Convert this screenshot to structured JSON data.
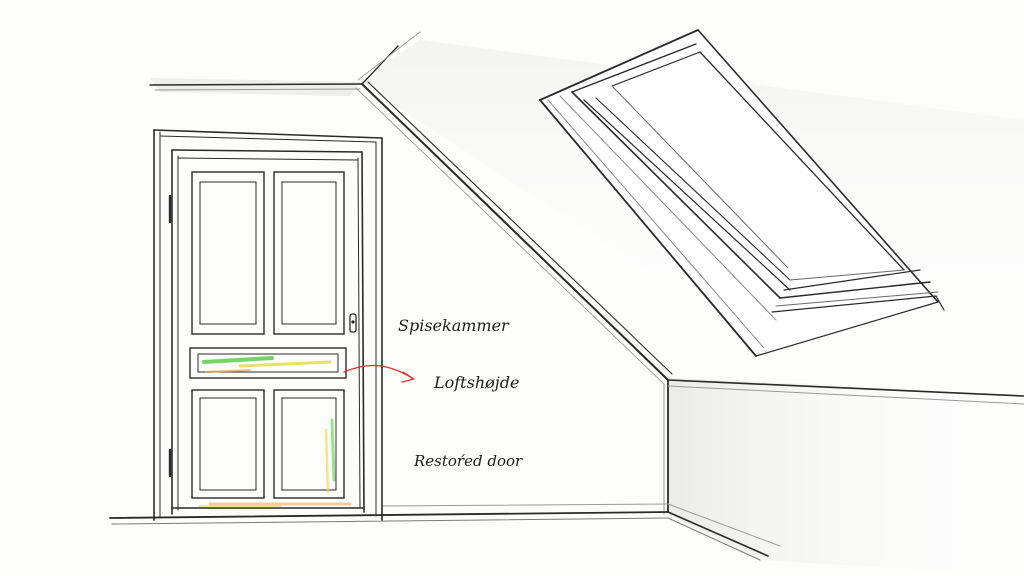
{
  "annotations": {
    "spisekammer": "Spisekammer",
    "loftshojde": "Loftshøjde",
    "restored_door": "Restoŕed door"
  },
  "colors": {
    "ink": "#2a2a2a",
    "pencil": "#9a9a9a",
    "arrow": "#e0302a",
    "highlight_green": "#5ccf4a",
    "highlight_yellow": "#e6d84a",
    "highlight_orange": "#f2a24a"
  }
}
